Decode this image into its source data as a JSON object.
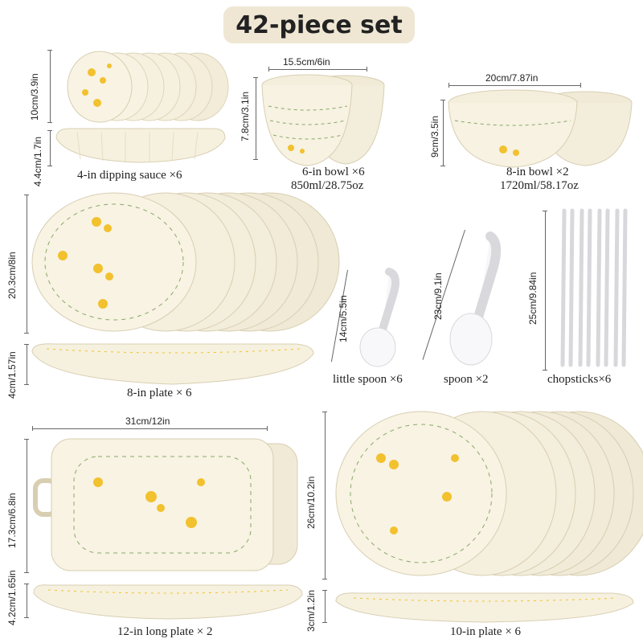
{
  "title": "42-piece set",
  "items": {
    "dipping_sauce": {
      "label": "4-in dipping sauce ×6",
      "dim_height_top": "10cm/3.9in",
      "dim_height_side": "4.4cm/1.7in"
    },
    "bowl_6": {
      "label": "6-in bowl ×6",
      "capacity": "850ml/28.75oz",
      "dim_width": "15.5cm/6in",
      "dim_height": "7.8cm/3.1in"
    },
    "bowl_8": {
      "label": "8-in bowl ×2",
      "capacity": "1720ml/58.17oz",
      "dim_width": "20cm/7.87in",
      "dim_height": "9cm/3.5in"
    },
    "plate_8": {
      "label": "8-in plate × 6",
      "dim_diameter": "20.3cm/8in",
      "dim_height": "4cm/1.57in"
    },
    "little_spoon": {
      "label": "little spoon ×6",
      "dim_length": "14cm/5.5in"
    },
    "spoon": {
      "label": "spoon ×2",
      "dim_length": "23cm/9.1in"
    },
    "chopsticks": {
      "label": "chopsticks×6",
      "dim_length": "25cm/9.84in"
    },
    "long_plate": {
      "label": "12-in long plate × 2",
      "dim_width": "31cm/12in",
      "dim_height_top": "17.3cm/6.8in",
      "dim_height_side": "4.2cm/1.65in"
    },
    "plate_10": {
      "label": "10-in plate × 6",
      "dim_diameter": "26cm/10.2in",
      "dim_height": "3cm/1.2in"
    }
  },
  "colors": {
    "ceramic": "#f6f1df",
    "rim": "#e7ddc4",
    "flower": "#f2c12e",
    "leaf": "#7a9a5a",
    "title_bg": "#efe7d4"
  }
}
